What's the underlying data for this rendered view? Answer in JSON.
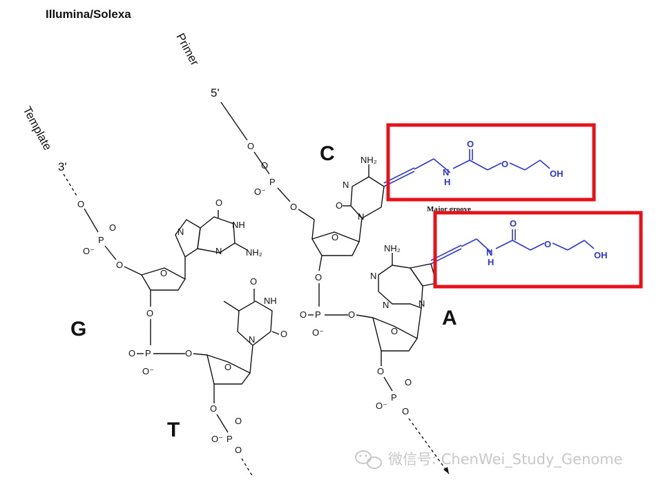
{
  "title": "Illumina/Solexa",
  "strands": {
    "primer_label": "Primer",
    "primer_end": "5'",
    "template_label": "Template",
    "template_end": "3'"
  },
  "bases": {
    "C": "C",
    "G": "G",
    "T": "T",
    "A": "A"
  },
  "annotation": {
    "major_groove": "Major groove"
  },
  "atoms": {
    "nh2": "NH₂",
    "nh": "NH",
    "n": "N",
    "o": "O",
    "oh": "OH",
    "h": "H",
    "p": "P",
    "o_minus": "O⁻"
  },
  "watermark": {
    "text": "微信号: ChenWei_Study_Genome"
  },
  "colors": {
    "linker": "#2b35d6",
    "highlight_box": "#e8111a"
  }
}
